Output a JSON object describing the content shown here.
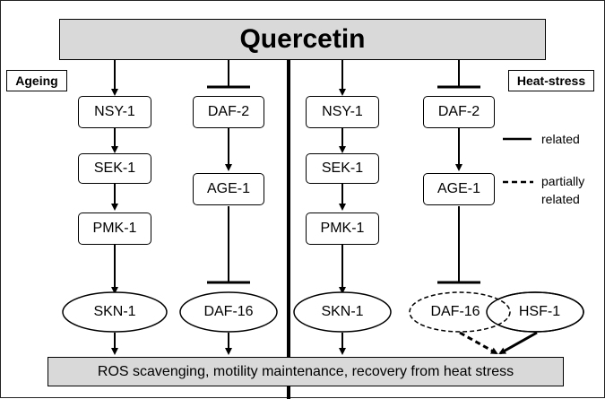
{
  "title": "Quercetin",
  "left_label": "Ageing",
  "right_label": "Heat-stress",
  "ageing": {
    "p38": [
      "NSY-1",
      "SEK-1",
      "PMK-1",
      "SKN-1"
    ],
    "insulin": [
      "DAF-2",
      "AGE-1",
      "DAF-16"
    ]
  },
  "heat": {
    "p38": [
      "NSY-1",
      "SEK-1",
      "PMK-1",
      "SKN-1"
    ],
    "insulin": [
      "DAF-2",
      "AGE-1",
      "DAF-16"
    ],
    "hsf": "HSF-1"
  },
  "legend": {
    "solid": "related",
    "dashed_line1": "partially",
    "dashed_line2": "related"
  },
  "outcome": "ROS scavenging, motility maintenance, recovery from heat stress"
}
